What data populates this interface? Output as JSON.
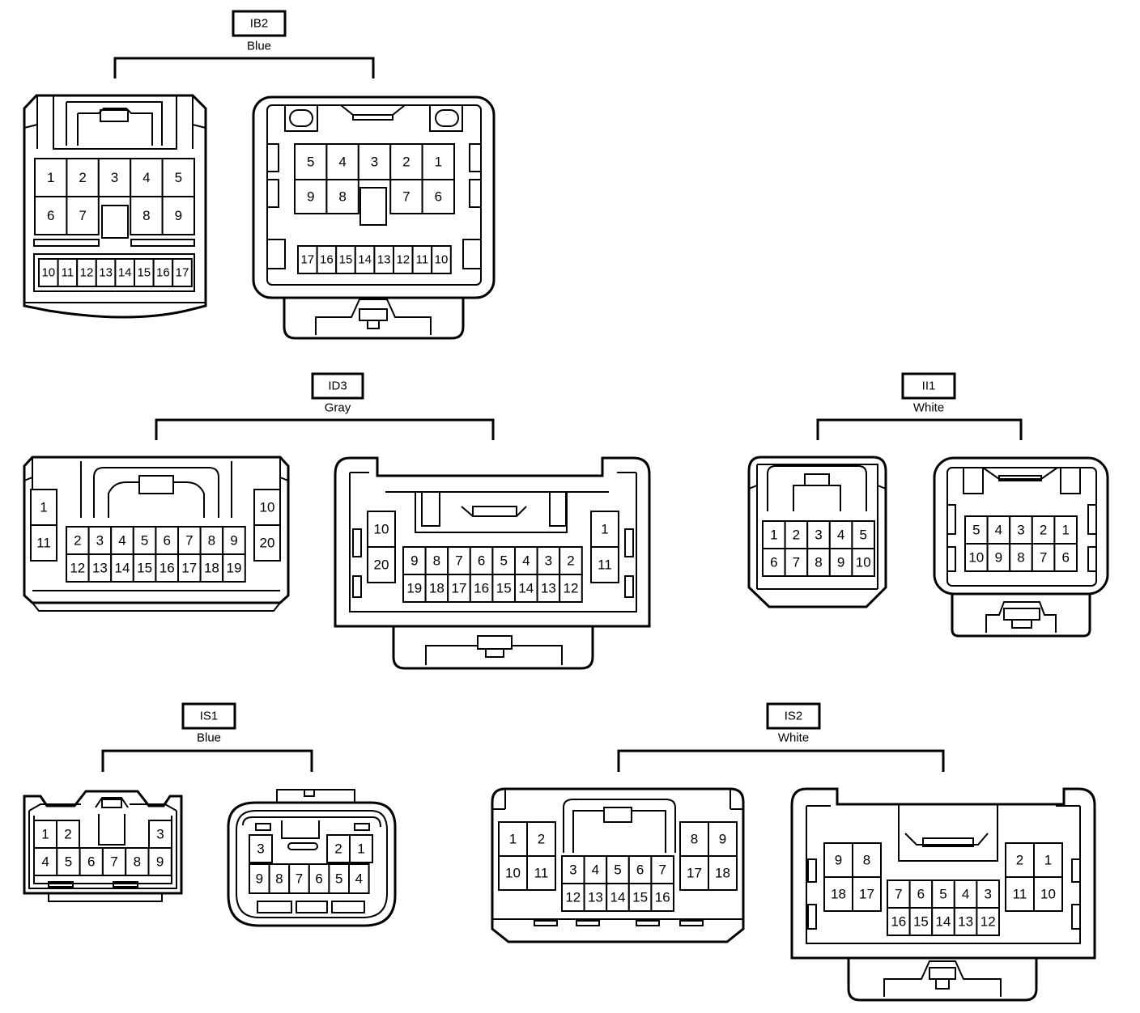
{
  "connectors": [
    {
      "id": "IB2",
      "color": "Blue",
      "left": [
        [
          "1",
          "2",
          "3",
          "4",
          "5"
        ],
        [
          "6",
          "7",
          "",
          "8",
          "9"
        ],
        [
          "10",
          "11",
          "12",
          "13",
          "14",
          "15",
          "16",
          "17"
        ]
      ],
      "right": [
        [
          "5",
          "4",
          "3",
          "2",
          "1"
        ],
        [
          "9",
          "8",
          "",
          "7",
          "6"
        ],
        [
          "17",
          "16",
          "15",
          "14",
          "13",
          "12",
          "11",
          "10"
        ]
      ]
    },
    {
      "id": "ID3",
      "color": "Gray",
      "left": {
        "side_left": [
          "1",
          "11"
        ],
        "top": [
          "2",
          "3",
          "4",
          "5",
          "6",
          "7",
          "8",
          "9"
        ],
        "bottom": [
          "12",
          "13",
          "14",
          "15",
          "16",
          "17",
          "18",
          "19"
        ],
        "side_right": [
          "10",
          "20"
        ]
      },
      "right": {
        "side_left": [
          "10",
          "20"
        ],
        "top": [
          "9",
          "8",
          "7",
          "6",
          "5",
          "4",
          "3",
          "2"
        ],
        "bottom": [
          "19",
          "18",
          "17",
          "16",
          "15",
          "14",
          "13",
          "12"
        ],
        "side_right": [
          "1",
          "11"
        ]
      }
    },
    {
      "id": "II1",
      "color": "White",
      "left": [
        [
          "1",
          "2",
          "3",
          "4",
          "5"
        ],
        [
          "6",
          "7",
          "8",
          "9",
          "10"
        ]
      ],
      "right": [
        [
          "5",
          "4",
          "3",
          "2",
          "1"
        ],
        [
          "10",
          "9",
          "8",
          "7",
          "6"
        ]
      ]
    },
    {
      "id": "IS1",
      "color": "Blue",
      "left": {
        "top_left": [
          "1",
          "2"
        ],
        "top_right": [
          "3"
        ],
        "bottom": [
          "4",
          "5",
          "6",
          "7",
          "8",
          "9"
        ]
      },
      "right": {
        "top_left": [
          "3"
        ],
        "top_right": [
          "2",
          "1"
        ],
        "bottom": [
          "9",
          "8",
          "7",
          "6",
          "5",
          "4"
        ]
      }
    },
    {
      "id": "IS2",
      "color": "White",
      "left": {
        "block_left": [
          [
            "1",
            "2"
          ],
          [
            "10",
            "11"
          ]
        ],
        "top": [
          "3",
          "4",
          "5",
          "6",
          "7"
        ],
        "bottom": [
          "12",
          "13",
          "14",
          "15",
          "16"
        ],
        "block_right": [
          [
            "8",
            "9"
          ],
          [
            "17",
            "18"
          ]
        ]
      },
      "right": {
        "block_left": [
          [
            "9",
            "8"
          ],
          [
            "18",
            "17"
          ]
        ],
        "top": [
          "7",
          "6",
          "5",
          "4",
          "3"
        ],
        "bottom": [
          "16",
          "15",
          "14",
          "13",
          "12"
        ],
        "block_right": [
          [
            "2",
            "1"
          ],
          [
            "11",
            "10"
          ]
        ]
      }
    }
  ]
}
